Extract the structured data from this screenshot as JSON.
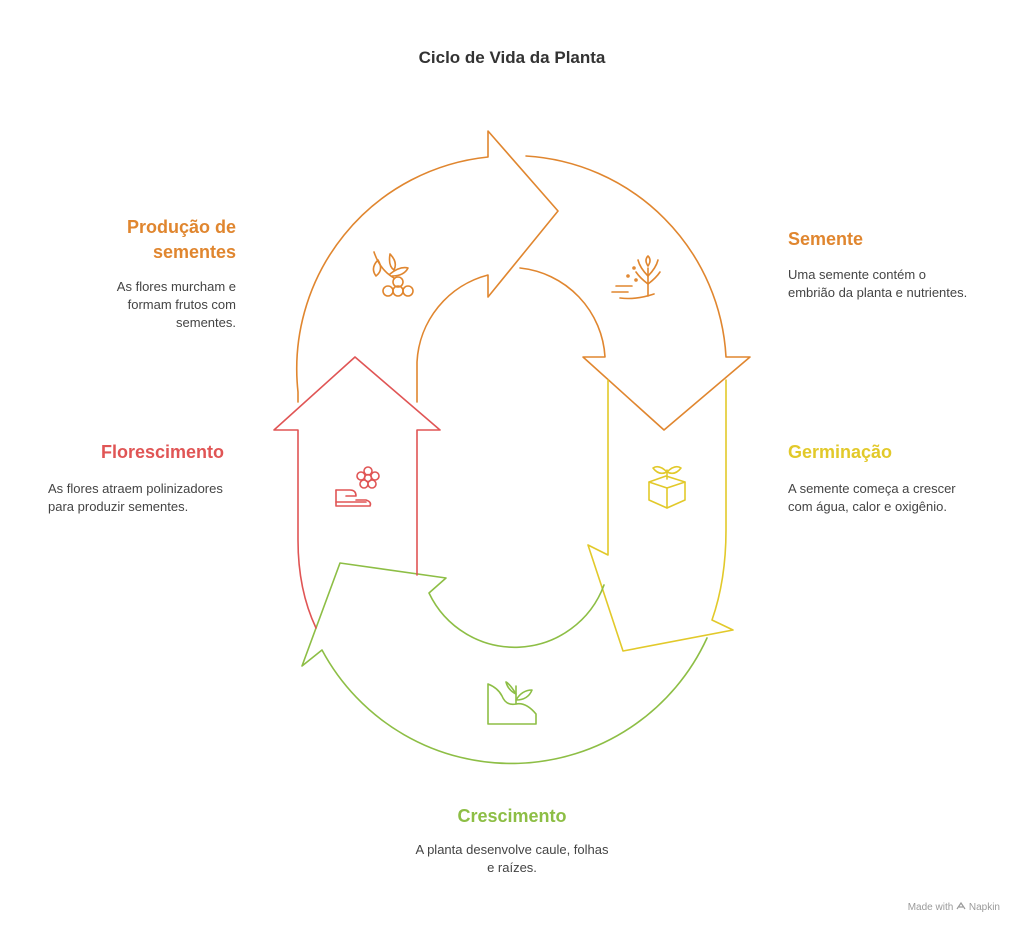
{
  "title": "Ciclo de Vida da Planta",
  "stages": {
    "semente": {
      "title": "Semente",
      "description": "Uma semente contém o embrião da planta e nutrientes.",
      "color": "#E0862F",
      "icon": "seed-sprout-icon"
    },
    "germinacao": {
      "title": "Germinação",
      "description": "A semente começa a crescer com água, calor e oxigênio.",
      "color": "#E2C92A",
      "icon": "box-sprout-icon"
    },
    "crescimento": {
      "title": "Crescimento",
      "description": "A planta desenvolve caule, folhas e raízes.",
      "color": "#8DBE45",
      "icon": "plant-growth-icon"
    },
    "florescimento": {
      "title": "Florescimento",
      "description": "As flores atraem polinizadores para produzir sementes.",
      "color": "#E05555",
      "icon": "flower-hand-icon"
    },
    "producao": {
      "title": "Produção de sementes",
      "description": "As flores murcham e formam frutos com sementes.",
      "color": "#E0862F",
      "icon": "seeds-leaves-icon"
    }
  },
  "footer": {
    "made_with": "Made with",
    "brand": "Napkin",
    "icon": "napkin-logo-icon"
  }
}
